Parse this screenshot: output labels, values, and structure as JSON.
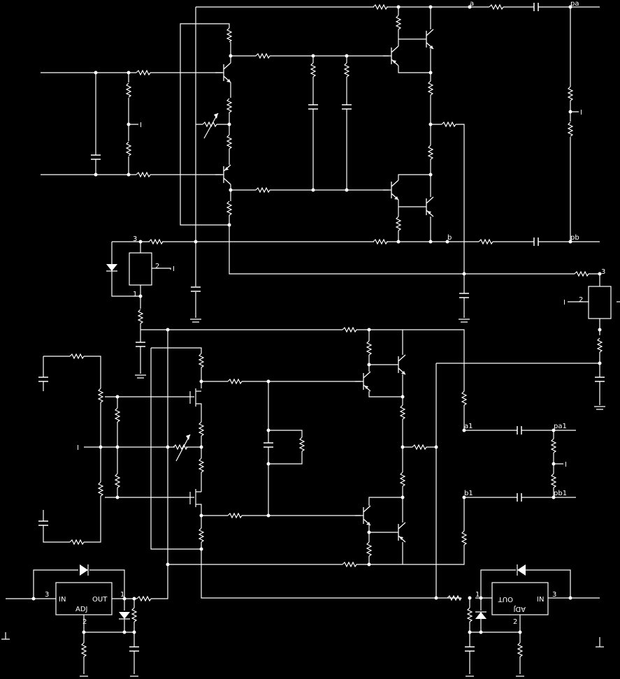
{
  "colors": {
    "background": "#000000",
    "stroke": "#ffffff"
  },
  "nodes": {
    "a": "a",
    "pa": "pa",
    "b": "b",
    "pb": "pb",
    "a1": "a1",
    "pa1": "pa1",
    "b1": "b1",
    "pb1": "pb1"
  },
  "ground_mark": "I",
  "pin_numbers": {
    "p1": "1",
    "p2": "2",
    "p3": "3"
  },
  "regulator_left": {
    "in": "IN",
    "out": "OUT",
    "adj": "ADJ"
  },
  "regulator_right": {
    "in": "IN",
    "out": "OUT",
    "adj": "ADJ"
  }
}
